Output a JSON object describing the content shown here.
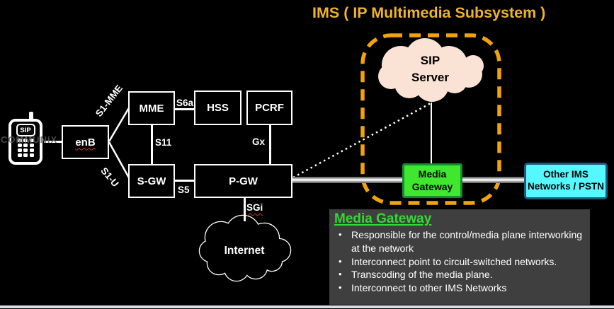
{
  "title": "IMS ( IP Multimedia Subsystem )",
  "watermark": "COMMUNIX",
  "phone": {
    "screen_label": "SIP"
  },
  "nodes": {
    "enb": "enB",
    "mme": "MME",
    "hss": "HSS",
    "pcrf": "PCRF",
    "sgw": "S-GW",
    "pgw": "P-GW",
    "internet": "Internet",
    "sip_server_line1": "SIP",
    "sip_server_line2": "Server",
    "media_gateway_line1": "Media",
    "media_gateway_line2": "Gateway",
    "other_ims_line1": "Other IMS",
    "other_ims_line2": "Networks / PSTN"
  },
  "interfaces": {
    "s1_mme": "S1-MME",
    "s1_u": "S1-U",
    "s6a": "S6a",
    "s11": "S11",
    "gx": "Gx",
    "s5": "S5",
    "sgi": "SGi"
  },
  "info_panel": {
    "title": "Media Gateway",
    "bullets": [
      "Responsible for the control/media plane interworking at the network",
      "Interconnect point to circuit-switched networks.",
      "Transcoding of the media plane.",
      "Interconnect to other IMS Networks"
    ]
  },
  "colors": {
    "title_gold": "#EFB329",
    "ims_dash_orange": "#F0A30A",
    "sip_cloud_peach": "#FAE3D5",
    "media_gateway_green": "#3FE72F",
    "media_gateway_border": "#178A33",
    "panel_title_green": "#33D936",
    "other_ims_cyan": "#55F8FE",
    "other_ims_border": "#21597F",
    "panel_bg": "#3F3F3F",
    "squiggle_red": "#d93025"
  }
}
